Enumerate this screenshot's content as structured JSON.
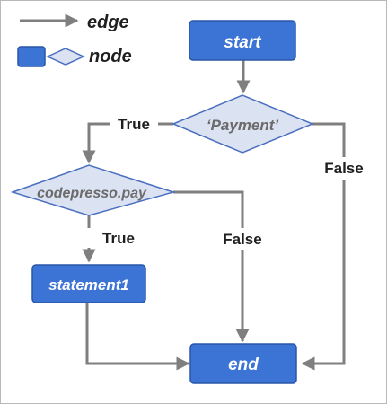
{
  "legend": {
    "edge_label": "edge",
    "node_label": "node"
  },
  "nodes": {
    "start": "start",
    "payment": "‘Payment’",
    "codepresso": "codepresso.pay",
    "statement1": "statement1",
    "end": "end"
  },
  "edges": {
    "payment_true": "True",
    "payment_false": "False",
    "codepresso_true": "True",
    "codepresso_false": "False"
  },
  "colors": {
    "process_fill": "#3c74d6",
    "process_stroke": "#2a56a8",
    "decision_fill": "#dbe2f2",
    "decision_stroke": "#4a6fc0",
    "edge": "#7f7f7f"
  }
}
